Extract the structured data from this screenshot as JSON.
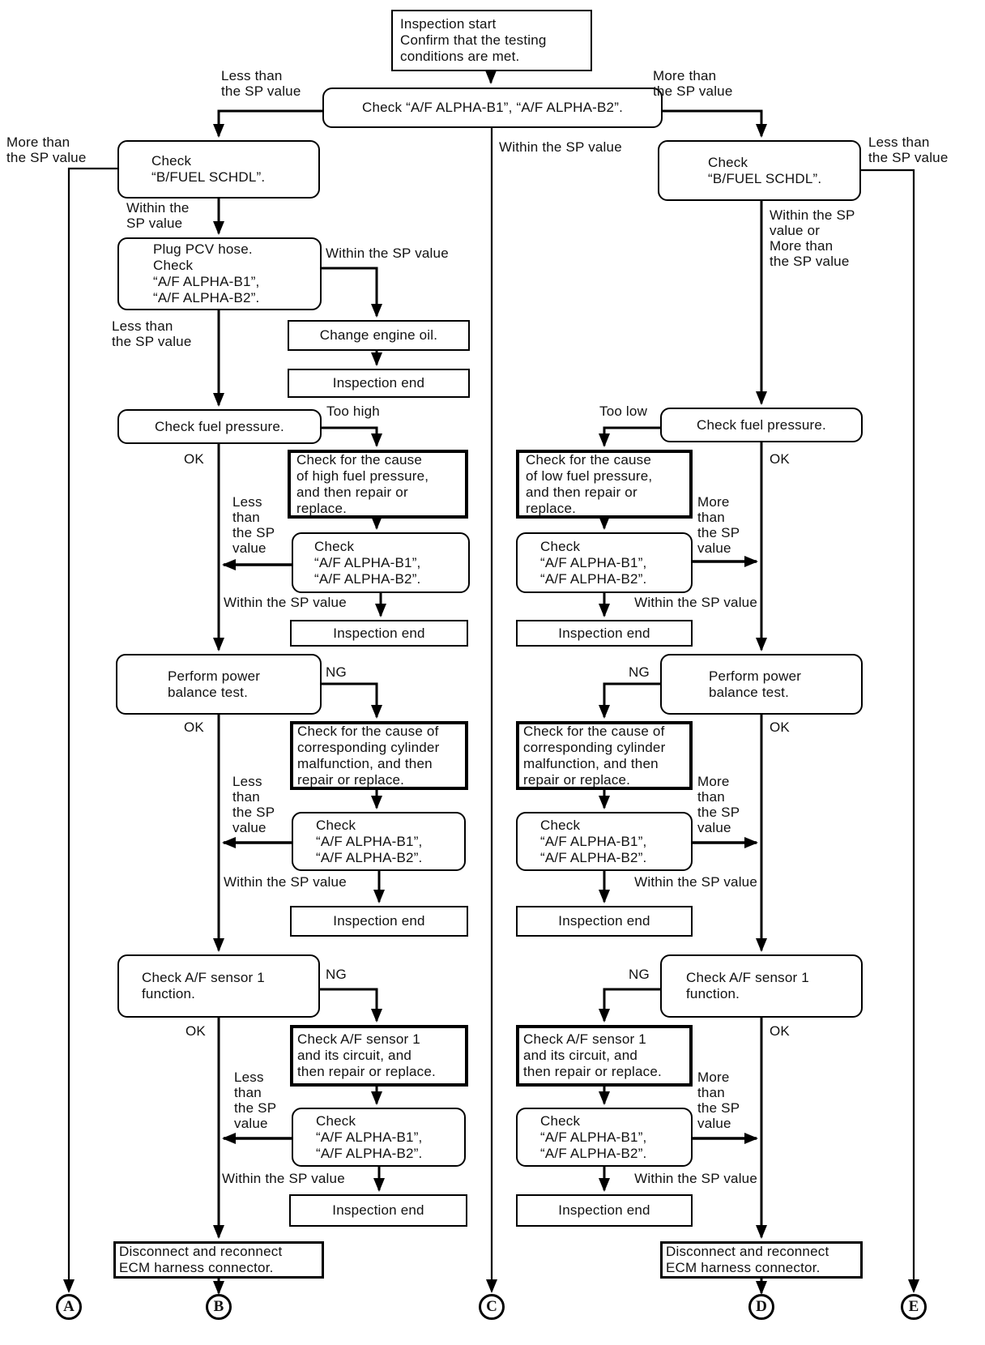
{
  "nodes": {
    "inspection_start": "Inspection start\nConfirm that the testing\nconditions are met.",
    "check_alpha_top": "Check “A/F ALPHA-B1”, “A/F ALPHA-B2”.",
    "check_bfuel": "Check\n“B/FUEL SCHDL”.",
    "plug_pcv": "Plug PCV hose.\nCheck\n“A/F ALPHA-B1”,\n“A/F ALPHA-B2”.",
    "change_oil": "Change engine oil.",
    "inspection_end": "Inspection end",
    "check_fuel_pressure": "Check fuel pressure.",
    "cause_high_fuel": "Check for the cause\nof high fuel pressure,\nand then repair or\nreplace.",
    "cause_low_fuel": "Check for the cause\nof low fuel pressure,\nand then repair or\nreplace.",
    "check_alpha": "Check\n“A/F ALPHA-B1”,\n“A/F ALPHA-B2”.",
    "power_balance": "Perform power\nbalance test.",
    "cause_cylinder": "Check for the cause of\ncorresponding cylinder\nmalfunction, and then\nrepair or replace.",
    "check_sensor": "Check A/F sensor 1\nfunction.",
    "check_sensor_circuit": "Check A/F sensor 1\nand its circuit, and\nthen repair or replace.",
    "disconnect_ecm": "Disconnect and reconnect\nECM harness connector."
  },
  "labels": {
    "less_2": "Less than\nthe SP value",
    "more_2": "More than\nthe SP value",
    "within_2": "Within the\nSP value",
    "within_1": "Within the SP value",
    "within_or_more_4": "Within the SP\nvalue or\nMore than\nthe SP value",
    "less_4": "Less\nthan\nthe SP\nvalue",
    "more_4": "More\nthan\nthe SP\nvalue",
    "too_high": "Too high",
    "too_low": "Too low",
    "ok": "OK",
    "ng": "NG"
  },
  "connectors": {
    "a": "A",
    "b": "B",
    "c": "C",
    "d": "D",
    "e": "E"
  }
}
